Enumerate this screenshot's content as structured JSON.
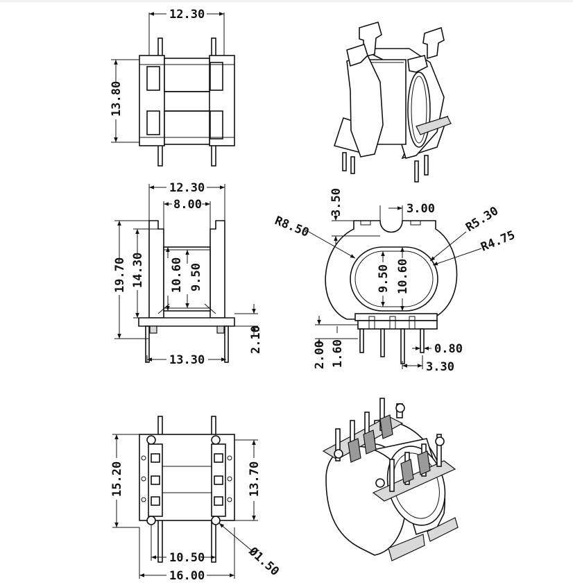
{
  "dimensions": {
    "top_width": "12.30",
    "top_height": "13.80",
    "front_width": "12.30",
    "front_inner_width": "8.00",
    "front_total_height": "19.70",
    "front_body_height": "14.30",
    "front_window_outer": "10.60",
    "front_window_inner": "9.50",
    "front_pin_length": "2.10",
    "front_pin_span": "13.30",
    "side_slot_height": "3.50",
    "side_slot_width": "3.00",
    "side_outer_radius": "R8.50",
    "side_radius_a": "R5.30",
    "side_radius_b": "R4.75",
    "side_window_inner": "9.50",
    "side_window_outer": "10.60",
    "side_base_a": "2.00",
    "side_base_b": "1.60",
    "side_pin_width": "0.80",
    "side_pin_pitch": "3.30",
    "bottom_height": "15.20",
    "bottom_inner_height": "13.70",
    "bottom_pin_span": "10.50",
    "bottom_total_width": "16.00",
    "bottom_hole": "Ø1.50"
  },
  "colors": {
    "line": "#111111",
    "shade": "#d9d9d9",
    "background": "#ffffff"
  }
}
